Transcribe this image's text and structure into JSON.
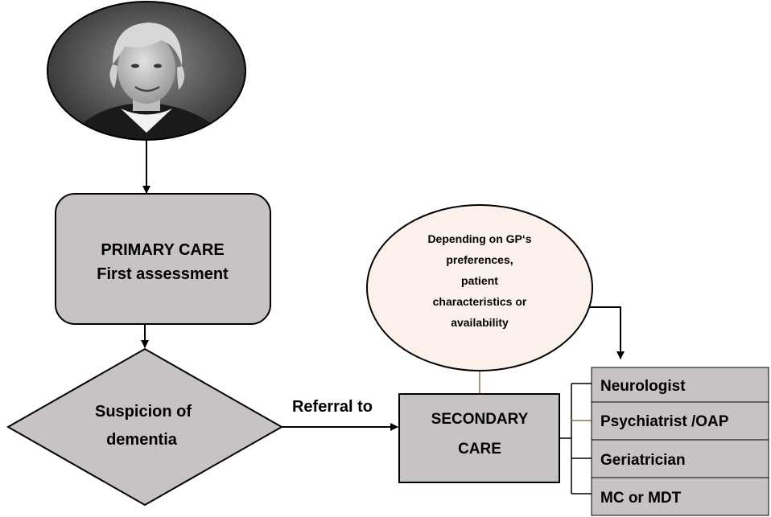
{
  "colors": {
    "box_fill": "#c7c3c3",
    "box_stroke": "#000000",
    "bubble_fill": "#fbf1ea",
    "connector": "#000000",
    "bubble_connector": "#8b7355"
  },
  "photo": {
    "subject": "portrait of elderly woman (black-and-white photograph)"
  },
  "primary_care": {
    "line1": "PRIMARY CARE",
    "line2": "First assessment"
  },
  "suspicion": {
    "line1": "Suspicion of",
    "line2": "dementia"
  },
  "referral_label": "Referral to",
  "secondary_care": {
    "line1": "SECONDARY",
    "line2": "CARE"
  },
  "note": {
    "lines": [
      "Depending on GP‘s",
      "preferences,",
      "patient",
      "characteristics or",
      "availability"
    ]
  },
  "specialists": [
    "Neurologist",
    "Psychiatrist /OAP",
    "Geriatrician",
    "MC or MDT"
  ]
}
